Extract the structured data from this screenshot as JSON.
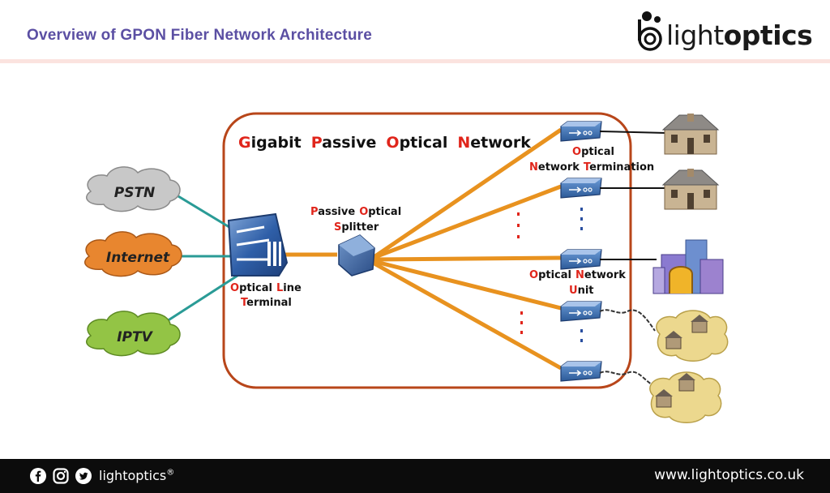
{
  "header": {
    "title": "Overview of GPON Fiber Network Architecture"
  },
  "logo": {
    "text_light": "light",
    "text_bold": "optics"
  },
  "diagram": {
    "title_parts": [
      {
        "first": "G",
        "rest": "igabit"
      },
      {
        "first": "P",
        "rest": "assive"
      },
      {
        "first": "O",
        "rest": "ptical"
      },
      {
        "first": "N",
        "rest": "etwork"
      }
    ],
    "services": [
      "PSTN",
      "Internet",
      "IPTV"
    ],
    "olt_label": {
      "line1": [
        {
          "first": "O",
          "rest": "ptical"
        },
        {
          "first": "L",
          "rest": "ine"
        }
      ],
      "line2": [
        {
          "first": "T",
          "rest": "erminal"
        }
      ]
    },
    "splitter_label": {
      "line1": [
        {
          "first": "P",
          "rest": "assive"
        },
        {
          "first": "O",
          "rest": "ptical"
        }
      ],
      "line2": [
        {
          "first": "S",
          "rest": "plitter"
        }
      ]
    },
    "ont_label": {
      "line1": [
        {
          "first": "O",
          "rest": "ptical"
        }
      ],
      "line2": [
        {
          "first": "N",
          "rest": "etwork"
        },
        {
          "first": "T",
          "rest": "ermination"
        }
      ]
    },
    "onu_label": {
      "line1": [
        {
          "first": "O",
          "rest": "ptical"
        },
        {
          "first": "N",
          "rest": "etwork"
        }
      ],
      "line2": [
        {
          "first": "U",
          "rest": "nit"
        }
      ]
    },
    "colors": {
      "accent_red": "#e0251b",
      "fiber": "#e8921f",
      "border": "#b8461a",
      "teal": "#2a9b96"
    }
  },
  "footer": {
    "brand": "lightoptics",
    "brand_mark": "®",
    "url": "www.lightoptics.co.uk"
  },
  "icons": [
    "facebook-icon",
    "instagram-icon",
    "twitter-icon"
  ]
}
